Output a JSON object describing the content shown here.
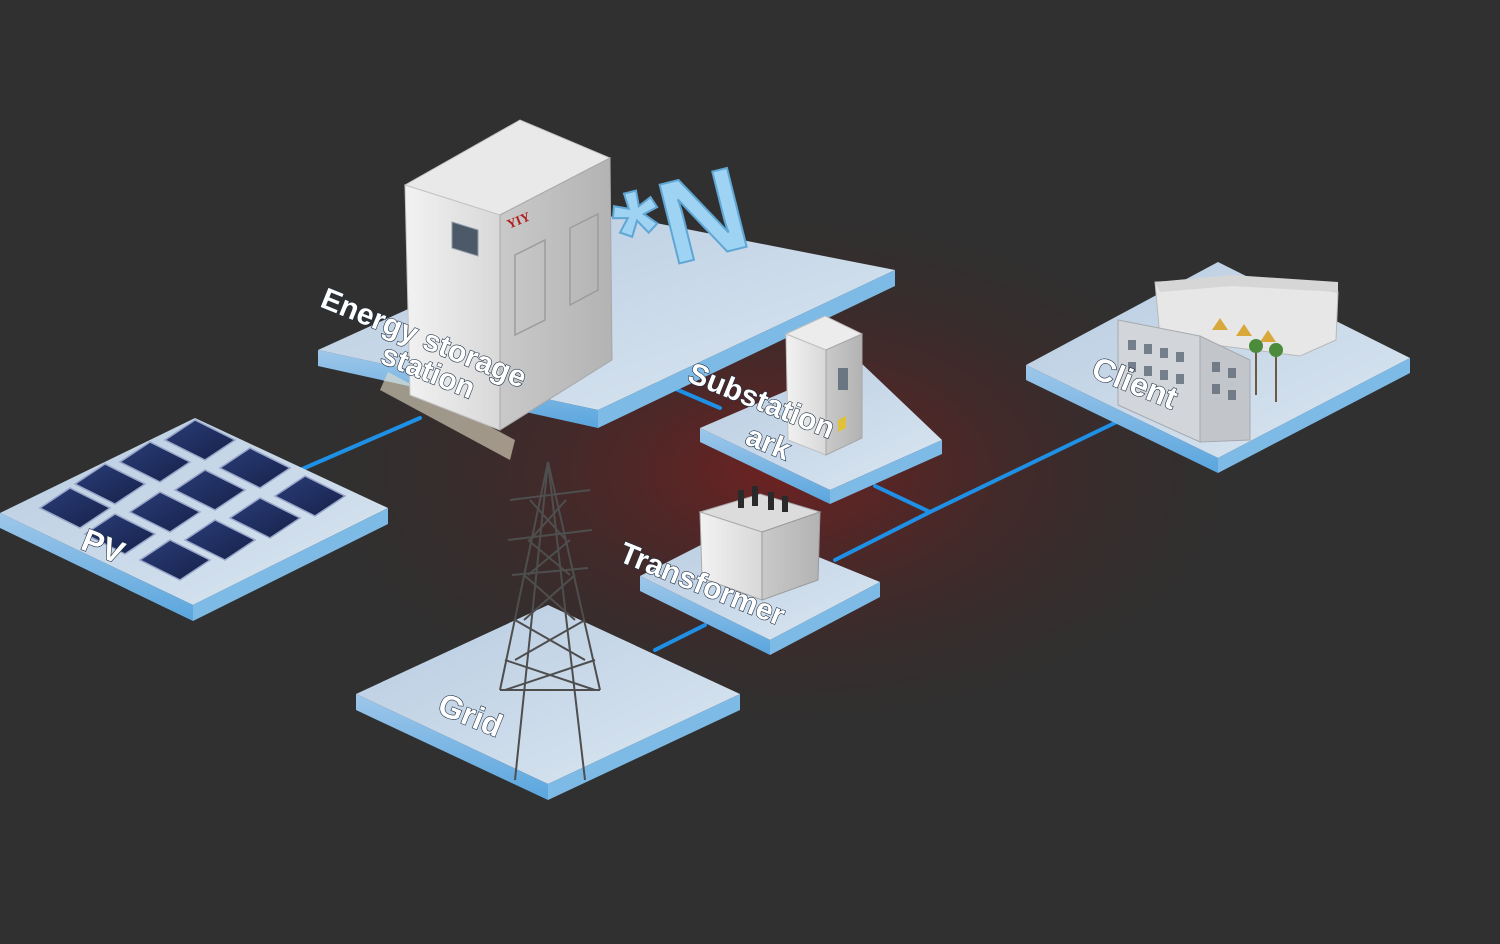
{
  "labels": {
    "energy_storage_line1": "Energy storage",
    "energy_storage_line2": "station",
    "multiplier": "*N",
    "substation_line1": "Substation",
    "substation_line2": "ark",
    "client": "Client",
    "pv": "PV",
    "transformer": "Transformer",
    "grid": "Grid"
  },
  "cabinet_logo": "YIY",
  "colors": {
    "background": "#303030",
    "platform_top": "#c9d9e9",
    "platform_edge": "#6fb6e8",
    "connection_line": "#1e90e6",
    "glow": "#7a1f1f"
  }
}
